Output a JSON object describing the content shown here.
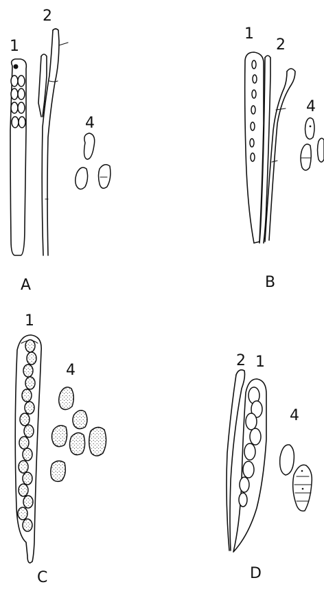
{
  "panels": [
    {
      "id": "A",
      "label": "A",
      "structures": [
        {
          "label": "1"
        },
        {
          "label": "2"
        },
        {
          "label": "4"
        }
      ]
    },
    {
      "id": "B",
      "label": "B",
      "structures": [
        {
          "label": "1"
        },
        {
          "label": "2"
        },
        {
          "label": "4"
        }
      ]
    },
    {
      "id": "C",
      "label": "C",
      "structures": [
        {
          "label": "1"
        },
        {
          "label": "4"
        }
      ]
    },
    {
      "id": "D",
      "label": "D",
      "structures": [
        {
          "label": "2"
        },
        {
          "label": "1"
        },
        {
          "label": "4"
        }
      ]
    }
  ]
}
